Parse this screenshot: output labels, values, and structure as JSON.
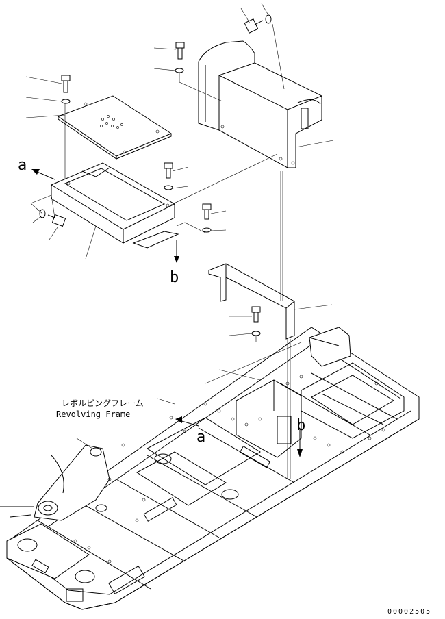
{
  "labels": {
    "view_a_top": "a",
    "view_b_top": "b",
    "view_a_frame": "a",
    "view_b_frame": "b",
    "frame_name_jp": "レボルビングフレーム",
    "frame_name_en": "Revolving Frame"
  },
  "drawing_number": "00002505"
}
